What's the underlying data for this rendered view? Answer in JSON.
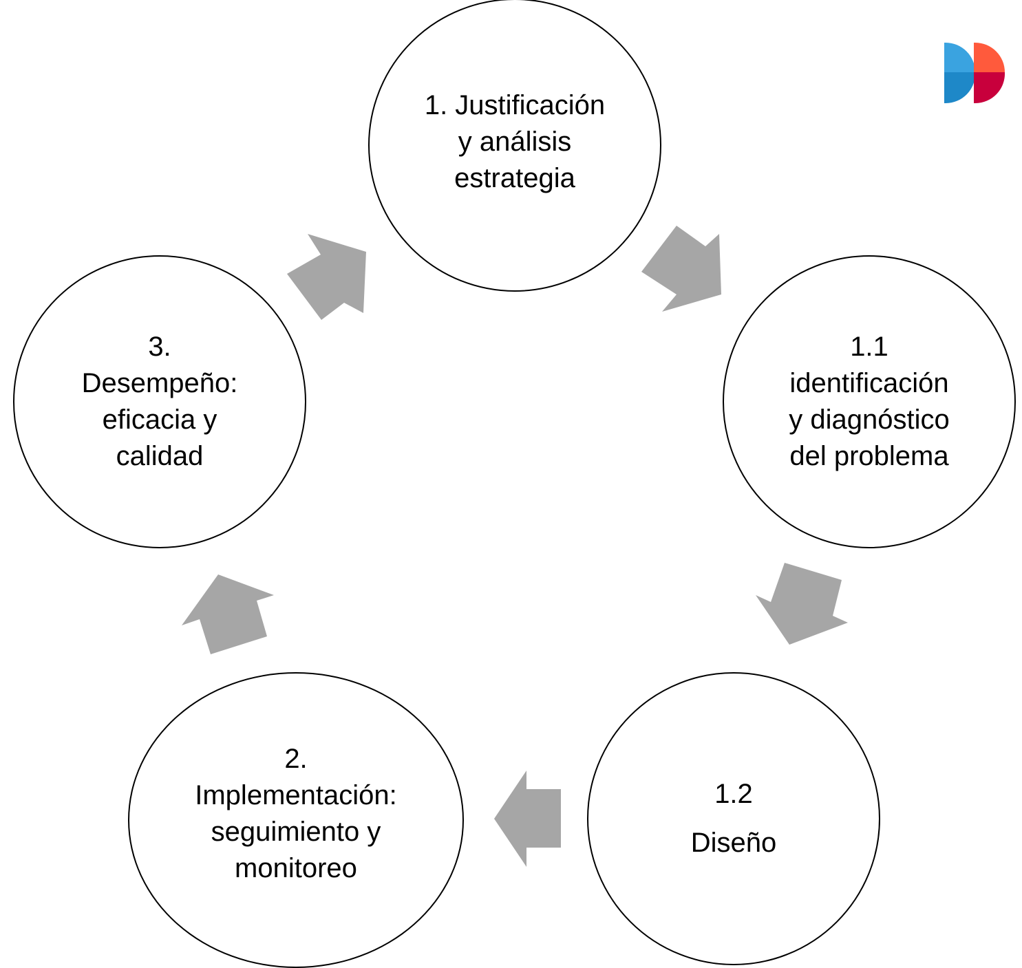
{
  "diagram": {
    "type": "cycle",
    "arrow_color": "#a6a6a6",
    "node_border_color": "#000000",
    "nodes": [
      {
        "id": "justificacion",
        "lines": [
          "1. Justificación",
          "y análisis",
          "estrategia"
        ]
      },
      {
        "id": "identificacion",
        "lines": [
          "1.1",
          "identificación",
          "y diagnóstico",
          "del problema"
        ]
      },
      {
        "id": "diseno",
        "lines": [
          "1.2",
          "Diseño"
        ]
      },
      {
        "id": "implementacion",
        "lines": [
          "2.",
          "Implementación:",
          "seguimiento y",
          "monitoreo"
        ]
      },
      {
        "id": "desempeno",
        "lines": [
          "3.",
          "Desempeño:",
          "eficacia y",
          "calidad"
        ]
      }
    ],
    "edges": [
      {
        "from": "justificacion",
        "to": "identificacion"
      },
      {
        "from": "identificacion",
        "to": "diseno"
      },
      {
        "from": "diseno",
        "to": "implementacion"
      },
      {
        "from": "implementacion",
        "to": "desempeno"
      },
      {
        "from": "desempeno",
        "to": "justificacion"
      }
    ]
  },
  "logo": {
    "colors": {
      "left_top": "#3aa3e0",
      "left_bottom": "#1e88c8",
      "right_top": "#ff5a3c",
      "right_bottom": "#c8003c"
    }
  }
}
